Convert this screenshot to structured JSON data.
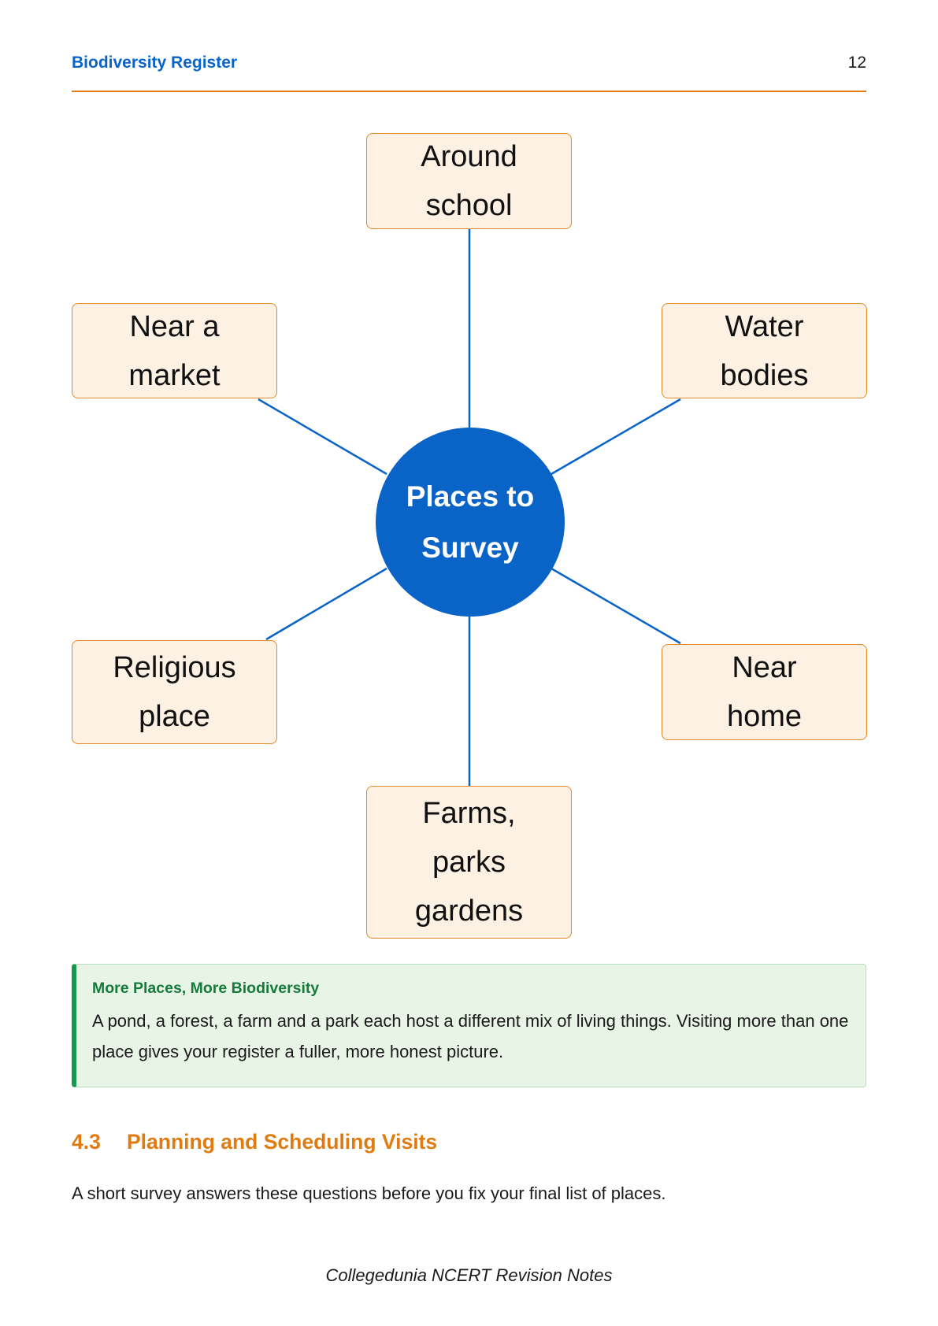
{
  "header": {
    "title": "Biodiversity Register",
    "page_number": "12"
  },
  "diagram": {
    "center": {
      "lines": [
        "Places to",
        "Survey"
      ]
    },
    "nodes": {
      "top": {
        "lines": [
          "Around",
          "school"
        ]
      },
      "top_right": {
        "lines": [
          "Water",
          "bodies"
        ]
      },
      "bottom_right": {
        "lines": [
          "Near",
          "home"
        ]
      },
      "bottom": {
        "lines": [
          "Farms,",
          "parks",
          "gardens"
        ]
      },
      "bottom_left": {
        "lines": [
          "Religious",
          "place"
        ]
      },
      "top_left": {
        "lines": [
          "Near a",
          "market"
        ]
      }
    }
  },
  "callout": {
    "title": "More Places, More Biodiversity",
    "body": "A pond, a forest, a farm and a park each host a different mix of living things. Visiting more than one place gives your register a fuller, more honest picture."
  },
  "section": {
    "number": "4.3",
    "title": "Planning and Scheduling Visits"
  },
  "paragraph": "A short survey answers these questions before you fix your final list of places.",
  "footer": "Collegedunia NCERT Revision Notes",
  "colors": {
    "accent_blue": "#0a64c8",
    "accent_orange": "#e07b12",
    "node_fill": "#fdf1e3",
    "callout_fill": "#e8f4e6",
    "callout_bar": "#18984e"
  }
}
